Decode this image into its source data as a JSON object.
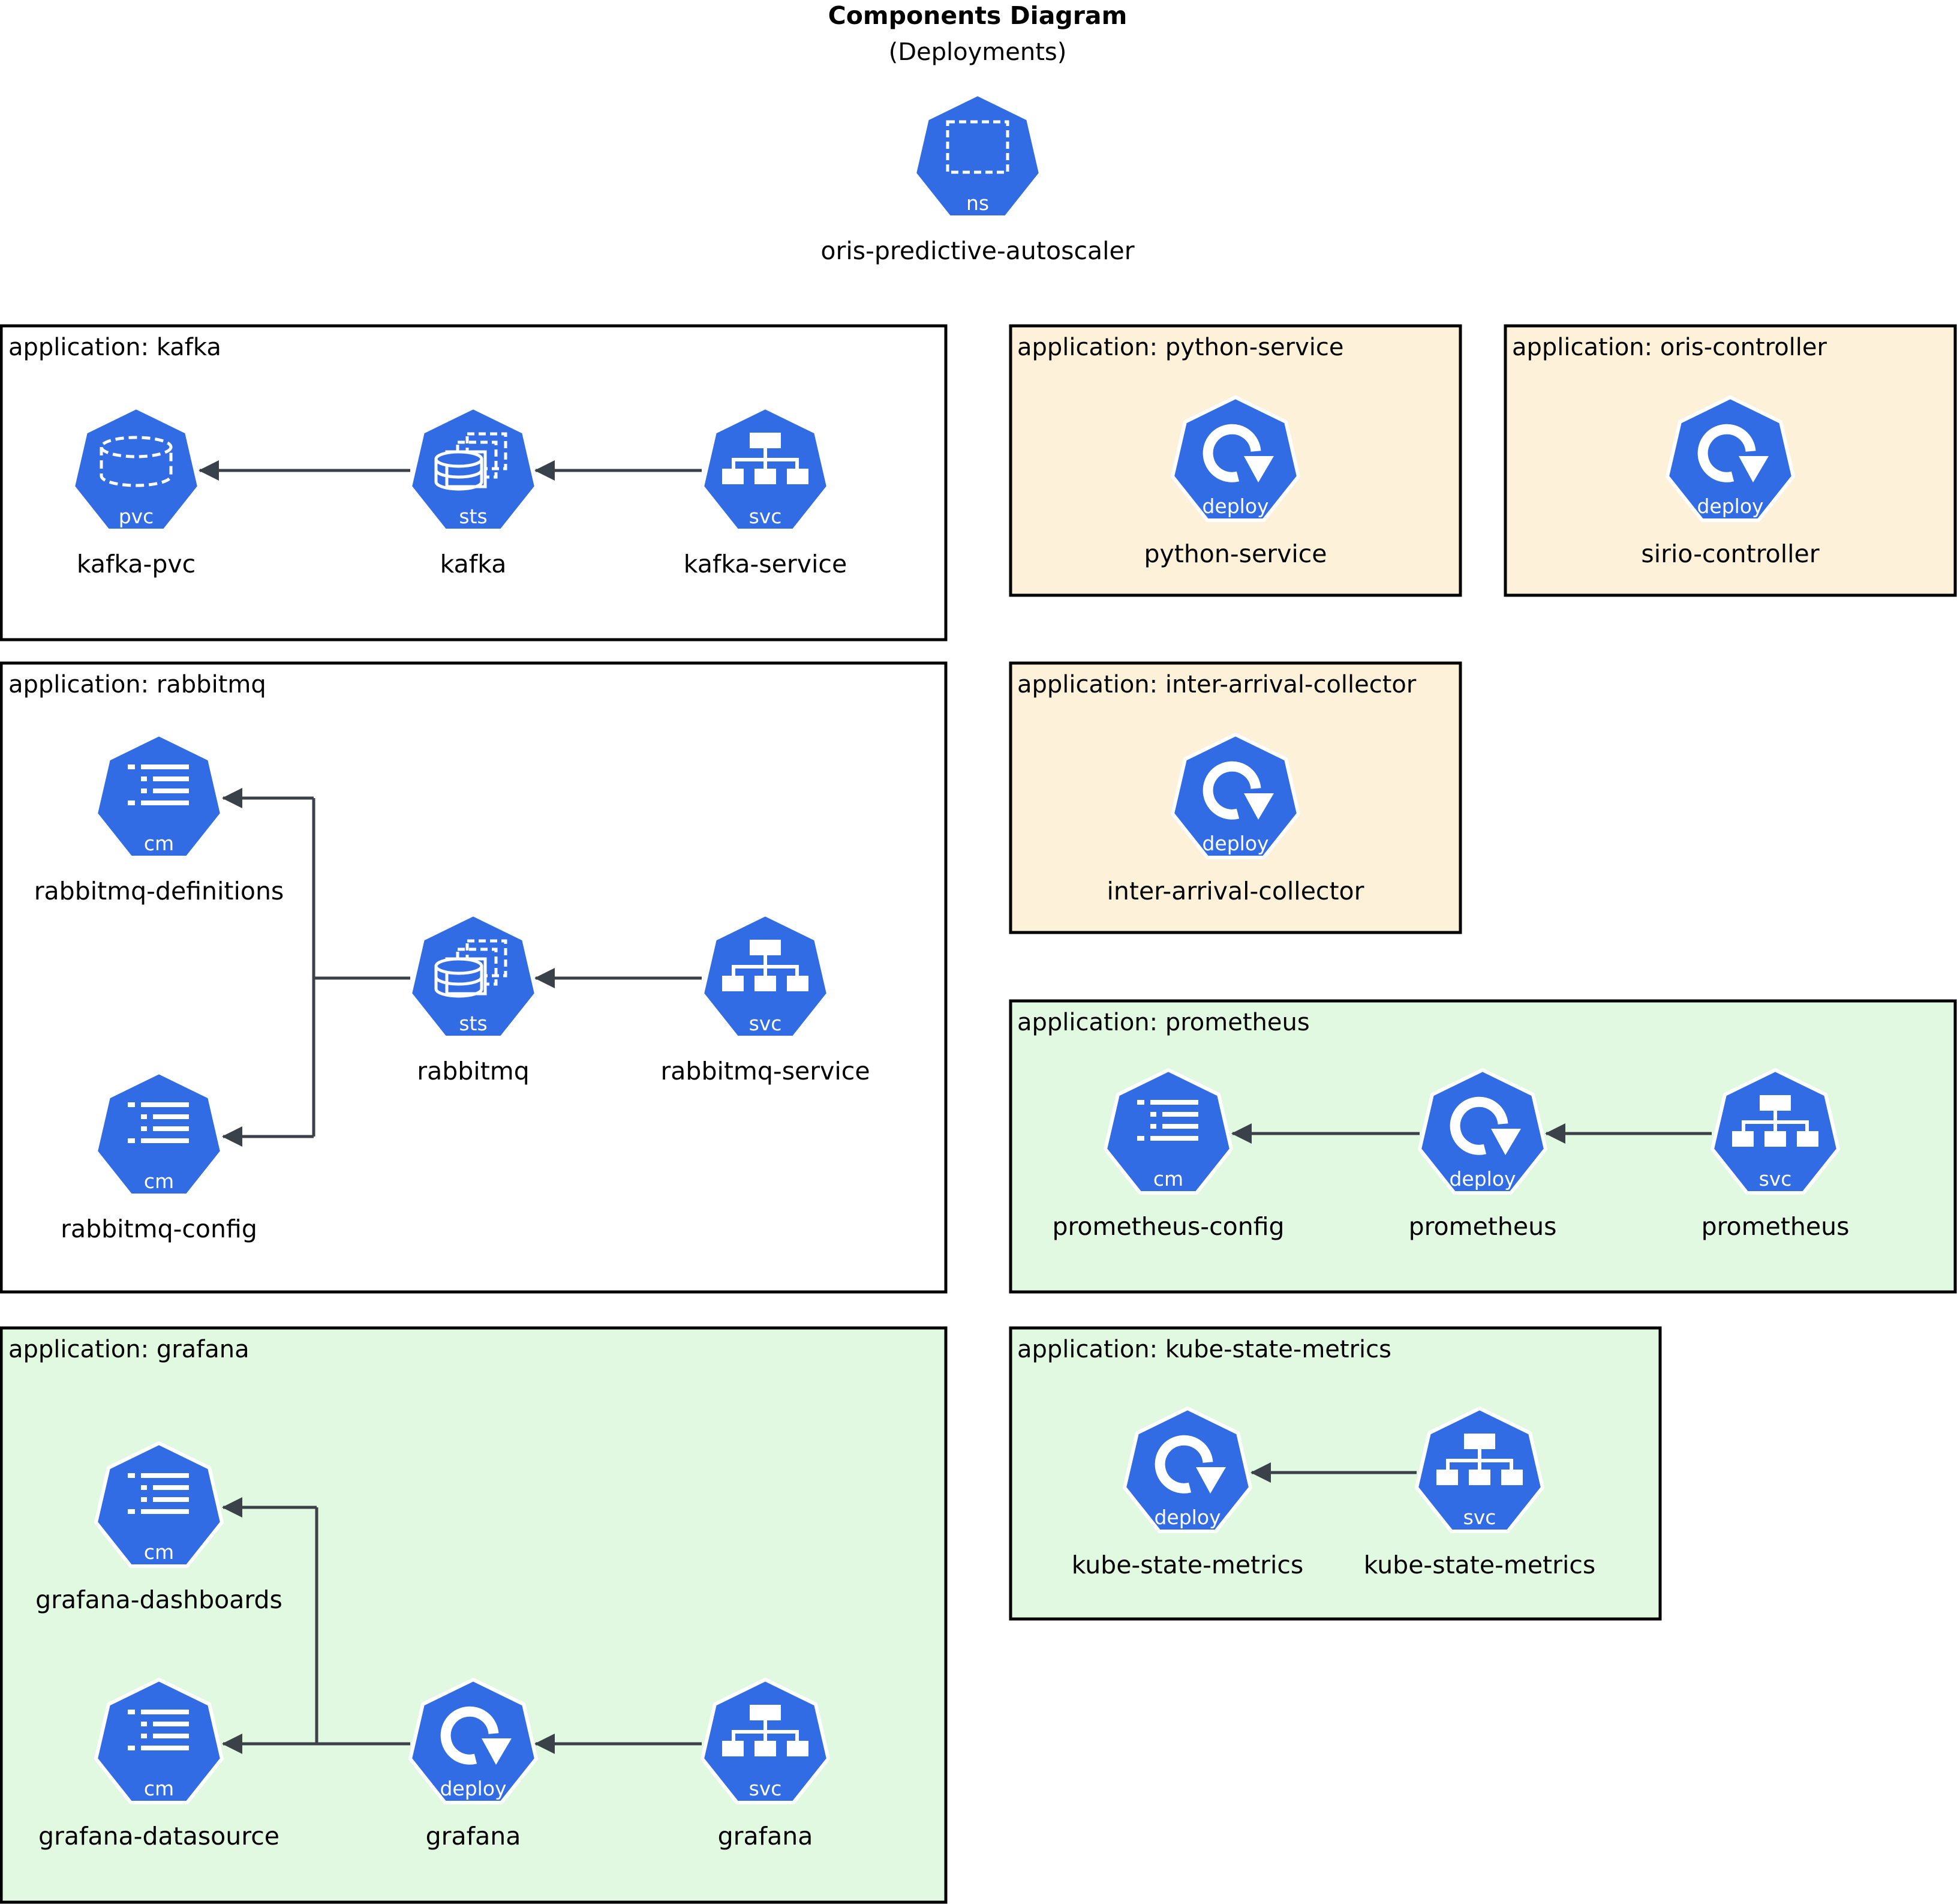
{
  "header": {
    "title": "Components Diagram",
    "subtitle": "(Deployments)"
  },
  "colors": {
    "icon_blue": "#326ce5",
    "edge": "#3b4149",
    "group_white": "#ffffff",
    "group_tan": "#fdf1da",
    "group_green": "#e1f8e1"
  },
  "namespace": {
    "badge": "ns",
    "label": "oris-predictive-autoscaler",
    "icon": "namespace-icon"
  },
  "groups": {
    "kafka": {
      "label": "application: kafka",
      "nodes": {
        "pvc": {
          "badge": "pvc",
          "label": "kafka-pvc",
          "icon": "pvc-icon"
        },
        "sts": {
          "badge": "sts",
          "label": "kafka",
          "icon": "statefulset-icon"
        },
        "svc": {
          "badge": "svc",
          "label": "kafka-service",
          "icon": "service-icon"
        }
      }
    },
    "python": {
      "label": "application: python-service",
      "nodes": {
        "deploy": {
          "badge": "deploy",
          "label": "python-service",
          "icon": "deployment-icon"
        }
      }
    },
    "oris": {
      "label": "application: oris-controller",
      "nodes": {
        "deploy": {
          "badge": "deploy",
          "label": "sirio-controller",
          "icon": "deployment-icon"
        }
      }
    },
    "rabbitmq": {
      "label": "application: rabbitmq",
      "nodes": {
        "cm_defs": {
          "badge": "cm",
          "label": "rabbitmq-definitions",
          "icon": "configmap-icon"
        },
        "cm_config": {
          "badge": "cm",
          "label": "rabbitmq-config",
          "icon": "configmap-icon"
        },
        "sts": {
          "badge": "sts",
          "label": "rabbitmq",
          "icon": "statefulset-icon"
        },
        "svc": {
          "badge": "svc",
          "label": "rabbitmq-service",
          "icon": "service-icon"
        }
      }
    },
    "inter": {
      "label": "application: inter-arrival-collector",
      "nodes": {
        "deploy": {
          "badge": "deploy",
          "label": "inter-arrival-collector",
          "icon": "deployment-icon"
        }
      }
    },
    "prometheus": {
      "label": "application: prometheus",
      "nodes": {
        "cm": {
          "badge": "cm",
          "label": "prometheus-config",
          "icon": "configmap-icon"
        },
        "deploy": {
          "badge": "deploy",
          "label": "prometheus",
          "icon": "deployment-icon"
        },
        "svc": {
          "badge": "svc",
          "label": "prometheus",
          "icon": "service-icon"
        }
      }
    },
    "grafana": {
      "label": "application: grafana",
      "nodes": {
        "cm_dash": {
          "badge": "cm",
          "label": "grafana-dashboards",
          "icon": "configmap-icon"
        },
        "cm_ds": {
          "badge": "cm",
          "label": "grafana-datasource",
          "icon": "configmap-icon"
        },
        "deploy": {
          "badge": "deploy",
          "label": "grafana",
          "icon": "deployment-icon"
        },
        "svc": {
          "badge": "svc",
          "label": "grafana",
          "icon": "service-icon"
        }
      }
    },
    "ksm": {
      "label": "application: kube-state-metrics",
      "nodes": {
        "deploy": {
          "badge": "deploy",
          "label": "kube-state-metrics",
          "icon": "deployment-icon"
        },
        "svc": {
          "badge": "svc",
          "label": "kube-state-metrics",
          "icon": "service-icon"
        }
      }
    }
  }
}
